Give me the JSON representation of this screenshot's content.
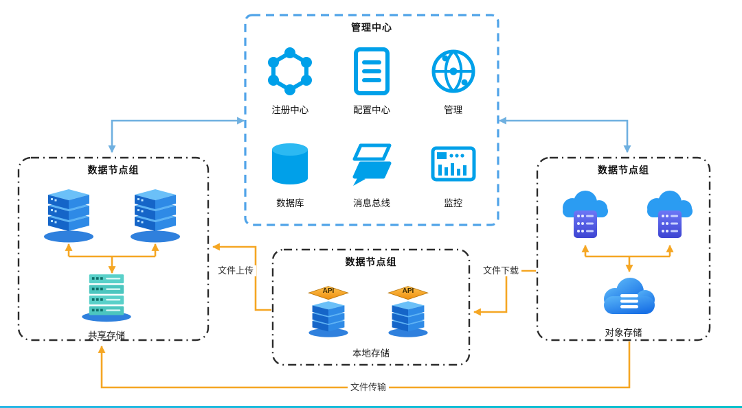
{
  "management_center": {
    "title": "管理中心",
    "items": [
      {
        "label": "注册中心"
      },
      {
        "label": "配置中心"
      },
      {
        "label": "管理"
      },
      {
        "label": "数据库"
      },
      {
        "label": "消息总线"
      },
      {
        "label": "监控"
      }
    ]
  },
  "left_group": {
    "title": "数据节点组",
    "storage_label": "共享存储"
  },
  "center_group": {
    "title": "数据节点组",
    "storage_label": "本地存储",
    "api_badge": "API"
  },
  "right_group": {
    "title": "数据节点组",
    "storage_label": "对象存储"
  },
  "edges": {
    "upload": "文件上传",
    "download": "文件下载",
    "transfer": "文件传输"
  },
  "colors": {
    "icon_blue": "#00a0e9",
    "management_border": "#4fa3e8",
    "group_border": "#2b2b2b",
    "arrow_blue": "#6fb0e0",
    "arrow_orange": "#f5a623",
    "storage_teal": "#4cc6bf",
    "cloud_panel_indigo": "#4a52d8"
  }
}
